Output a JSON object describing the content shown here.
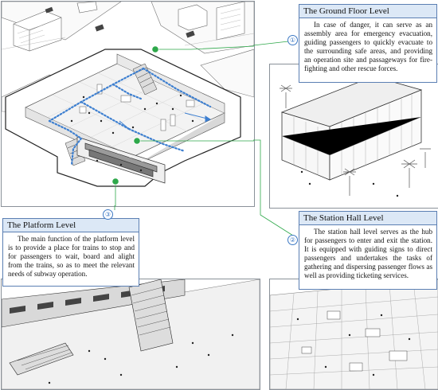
{
  "levels": [
    {
      "number": "①",
      "title": "The Ground Floor Level",
      "description": "In case of danger, it can serve as an assembly area for emergency evacuation, guiding passengers to quickly evacuate to the surrounding safe areas, and providing an operation site and passageways for fire-fighting and other rescue forces."
    },
    {
      "number": "②",
      "title": "The Station Hall Level",
      "description": "The station hall level serves as the hub for passengers to enter and exit the station. It is equipped with guiding signs to direct passengers and undertakes the tasks of gathering and dispersing passenger flows as well as providing ticketing services."
    },
    {
      "number": "③",
      "title": "The Platform Level",
      "description": "The main function of the platform level is to provide a place for trains to stop and for passengers to wait, board and alight from the trains, so as to meet the relevant needs of subway operation."
    }
  ],
  "colors": {
    "accent_green": "#2ea84a",
    "evacuation_path": "#3d7fd0",
    "title_fill": "#dce8f6",
    "box_border": "#5b7fb3"
  }
}
